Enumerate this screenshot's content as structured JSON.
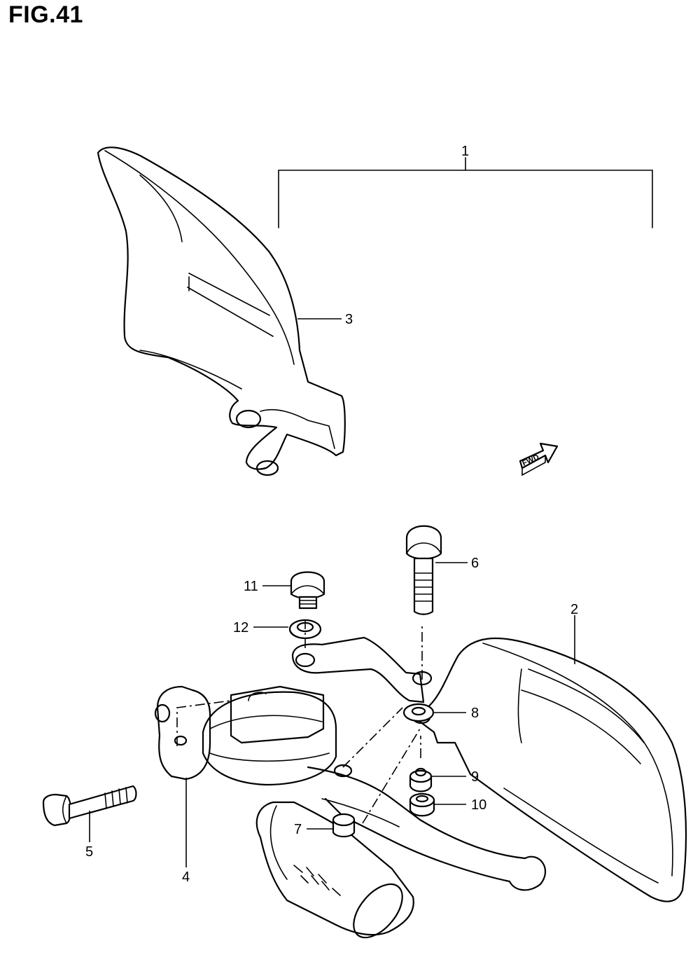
{
  "figure": {
    "title": "FIG.41"
  },
  "callouts": [
    {
      "id": "c1",
      "label": "1"
    },
    {
      "id": "c2",
      "label": "2"
    },
    {
      "id": "c3",
      "label": "3"
    },
    {
      "id": "c4",
      "label": "4"
    },
    {
      "id": "c5",
      "label": "5"
    },
    {
      "id": "c6",
      "label": "6"
    },
    {
      "id": "c7",
      "label": "7"
    },
    {
      "id": "c8",
      "label": "8"
    },
    {
      "id": "c9",
      "label": "9"
    },
    {
      "id": "c10",
      "label": "10"
    },
    {
      "id": "c11",
      "label": "11"
    },
    {
      "id": "c12",
      "label": "12"
    }
  ],
  "fwd_indicator": {
    "label": "FWD"
  }
}
